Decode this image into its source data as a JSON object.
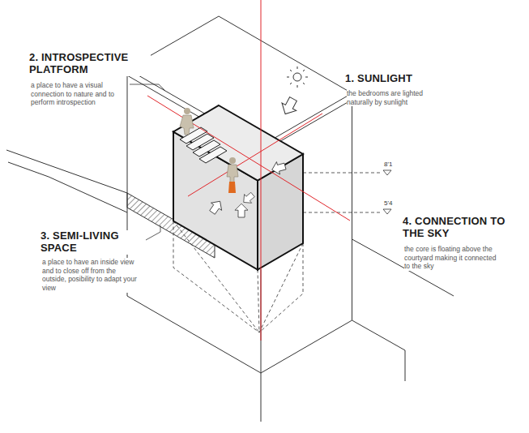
{
  "diagram": {
    "labels": [
      "2. INTROSPECTIVE PLATFORM",
      "a place to have a visual connection to nature and to perform introspection",
      "1. SUNLIGHT",
      "the bedrooms are lighted naturally by sunlight",
      "8'1",
      "5'4",
      "3. SEMI-LIVING SPACE",
      "a place to have an inside view and to close off from the outside, posibility to adapt your view",
      "4. CONNECTION TO THE SKY",
      "the core is floating above the courtyard making it connected to the sky"
    ]
  }
}
